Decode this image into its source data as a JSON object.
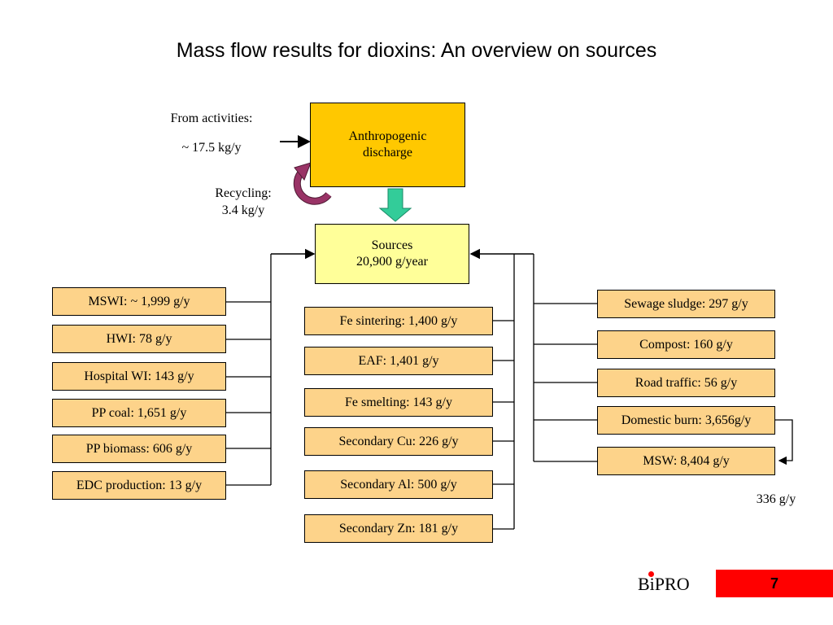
{
  "title": "Mass flow results for dioxins: An overview on sources",
  "from_activities": {
    "label": "From activities:",
    "value": "~ 17.5 kg/y"
  },
  "anthropogenic": {
    "line1": "Anthropogenic",
    "line2": "discharge"
  },
  "recycling": {
    "label": "Recycling:",
    "value": "3.4 kg/y"
  },
  "sources": {
    "line1": "Sources",
    "line2": "20,900 g/year"
  },
  "left_sources": [
    "MSWI: ~ 1,999 g/y",
    "HWI: 78 g/y",
    "Hospital WI: 143 g/y",
    "PP coal: 1,651 g/y",
    "PP biomass: 606 g/y",
    "EDC production: 13 g/y"
  ],
  "middle_sources": [
    "Fe sintering: 1,400 g/y",
    "EAF: 1,401 g/y",
    "Fe smelting: 143 g/y",
    "Secondary Cu: 226 g/y",
    "Secondary Al: 500 g/y",
    "Secondary Zn: 181 g/y"
  ],
  "right_sources": [
    "Sewage sludge: 297 g/y",
    "Compost: 160 g/y",
    "Road traffic: 56 g/y",
    "Domestic burn: 3,656g/y",
    "MSW: 8,404 g/y"
  ],
  "transfer_label": "336 g/y",
  "logo": {
    "text": "BiPRO"
  },
  "page_number": "7",
  "colors": {
    "box_fill": "#fdd38a",
    "anthropogenic_fill": "#ffc800",
    "sources_fill": "#ffff99",
    "green_arrow": "#33cc99",
    "recycle_arrow": "#993366",
    "page_box": "#ff0000"
  }
}
